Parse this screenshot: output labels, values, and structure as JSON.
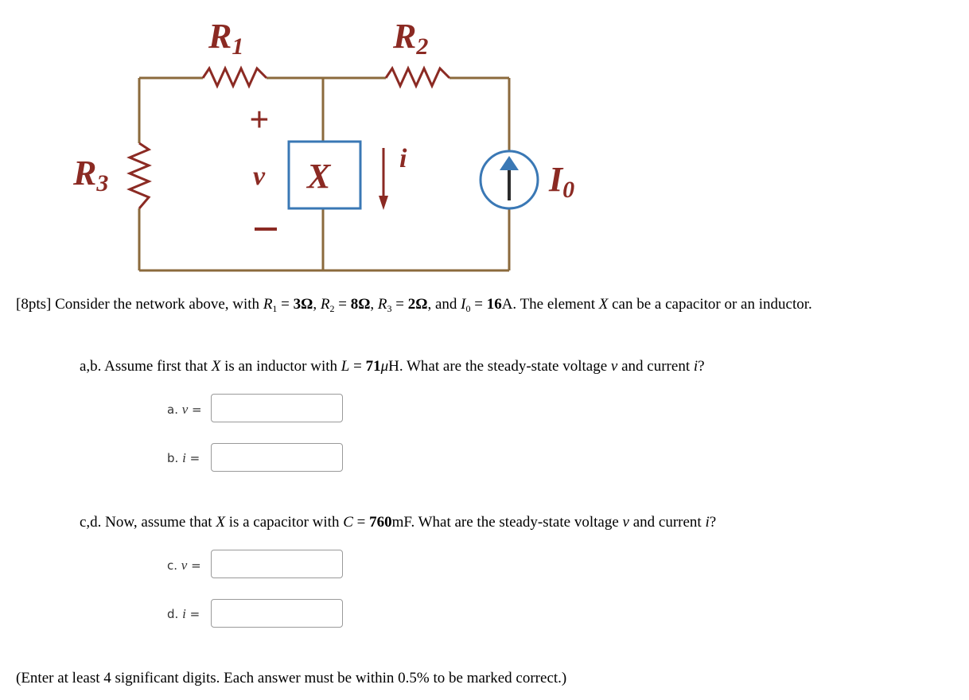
{
  "circuit": {
    "labels": {
      "r1": "R",
      "r1_sub": "1",
      "r2": "R",
      "r2_sub": "2",
      "r3": "R",
      "r3_sub": "3",
      "element": "X",
      "voltage": "v",
      "plus": "+",
      "minus": "−",
      "current": "i",
      "source": "I",
      "source_sub": "0"
    },
    "colors": {
      "wire": "#8b6a3c",
      "resistor_label": "#8b2a23",
      "element_box": "#3a78b5",
      "source": "#3a78b5"
    }
  },
  "problem": {
    "prefix": "[8pts] Consider the network above, with ",
    "r1_sym": "R",
    "r1_sub": "1",
    "r1_eq": " = ",
    "r1_val": "3Ω",
    "sep1": ", ",
    "r2_sym": "R",
    "r2_sub": "2",
    "r2_eq": " = ",
    "r2_val": "8Ω",
    "sep2": ", ",
    "r3_sym": "R",
    "r3_sub": "3",
    "r3_eq": " = ",
    "r3_val": "2Ω",
    "sep3": ", and ",
    "i0_sym": "I",
    "i0_sub": "0",
    "i0_eq": " = ",
    "i0_val": "16",
    "i0_unit": "A",
    "middle": ". The element ",
    "x_sym": "X",
    "suffix": " can be a capacitor or an inductor."
  },
  "part_ab": {
    "prefix": "a,b.  Assume first that ",
    "x": "X",
    "mid": " is an inductor with ",
    "L": "L",
    "eq": " = ",
    "val": "71",
    "unit_mu": "μ",
    "unit": "H",
    "rest": ". What are the steady-state voltage ",
    "v": "v",
    "and": " and current ",
    "i": "i",
    "q": "?"
  },
  "part_cd": {
    "prefix": "c,d.  Now, assume that ",
    "x": "X",
    "mid": " is a capacitor with ",
    "C": "C",
    "eq": " = ",
    "val": "760",
    "unit": "mF",
    "rest": ". What are the steady-state voltage ",
    "v": "v",
    "and": " and current ",
    "i": "i",
    "q": "?"
  },
  "answers": [
    {
      "prefix": "a. ",
      "var": "v",
      "eq": " =",
      "value": ""
    },
    {
      "prefix": "b. ",
      "var": "i",
      "eq": " =",
      "value": ""
    },
    {
      "prefix": "c. ",
      "var": "v",
      "eq": " =",
      "value": ""
    },
    {
      "prefix": "d. ",
      "var": "i",
      "eq": " =",
      "value": ""
    }
  ],
  "footer": "(Enter at least 4 significant digits. Each answer must be within 0.5% to be marked correct.)"
}
